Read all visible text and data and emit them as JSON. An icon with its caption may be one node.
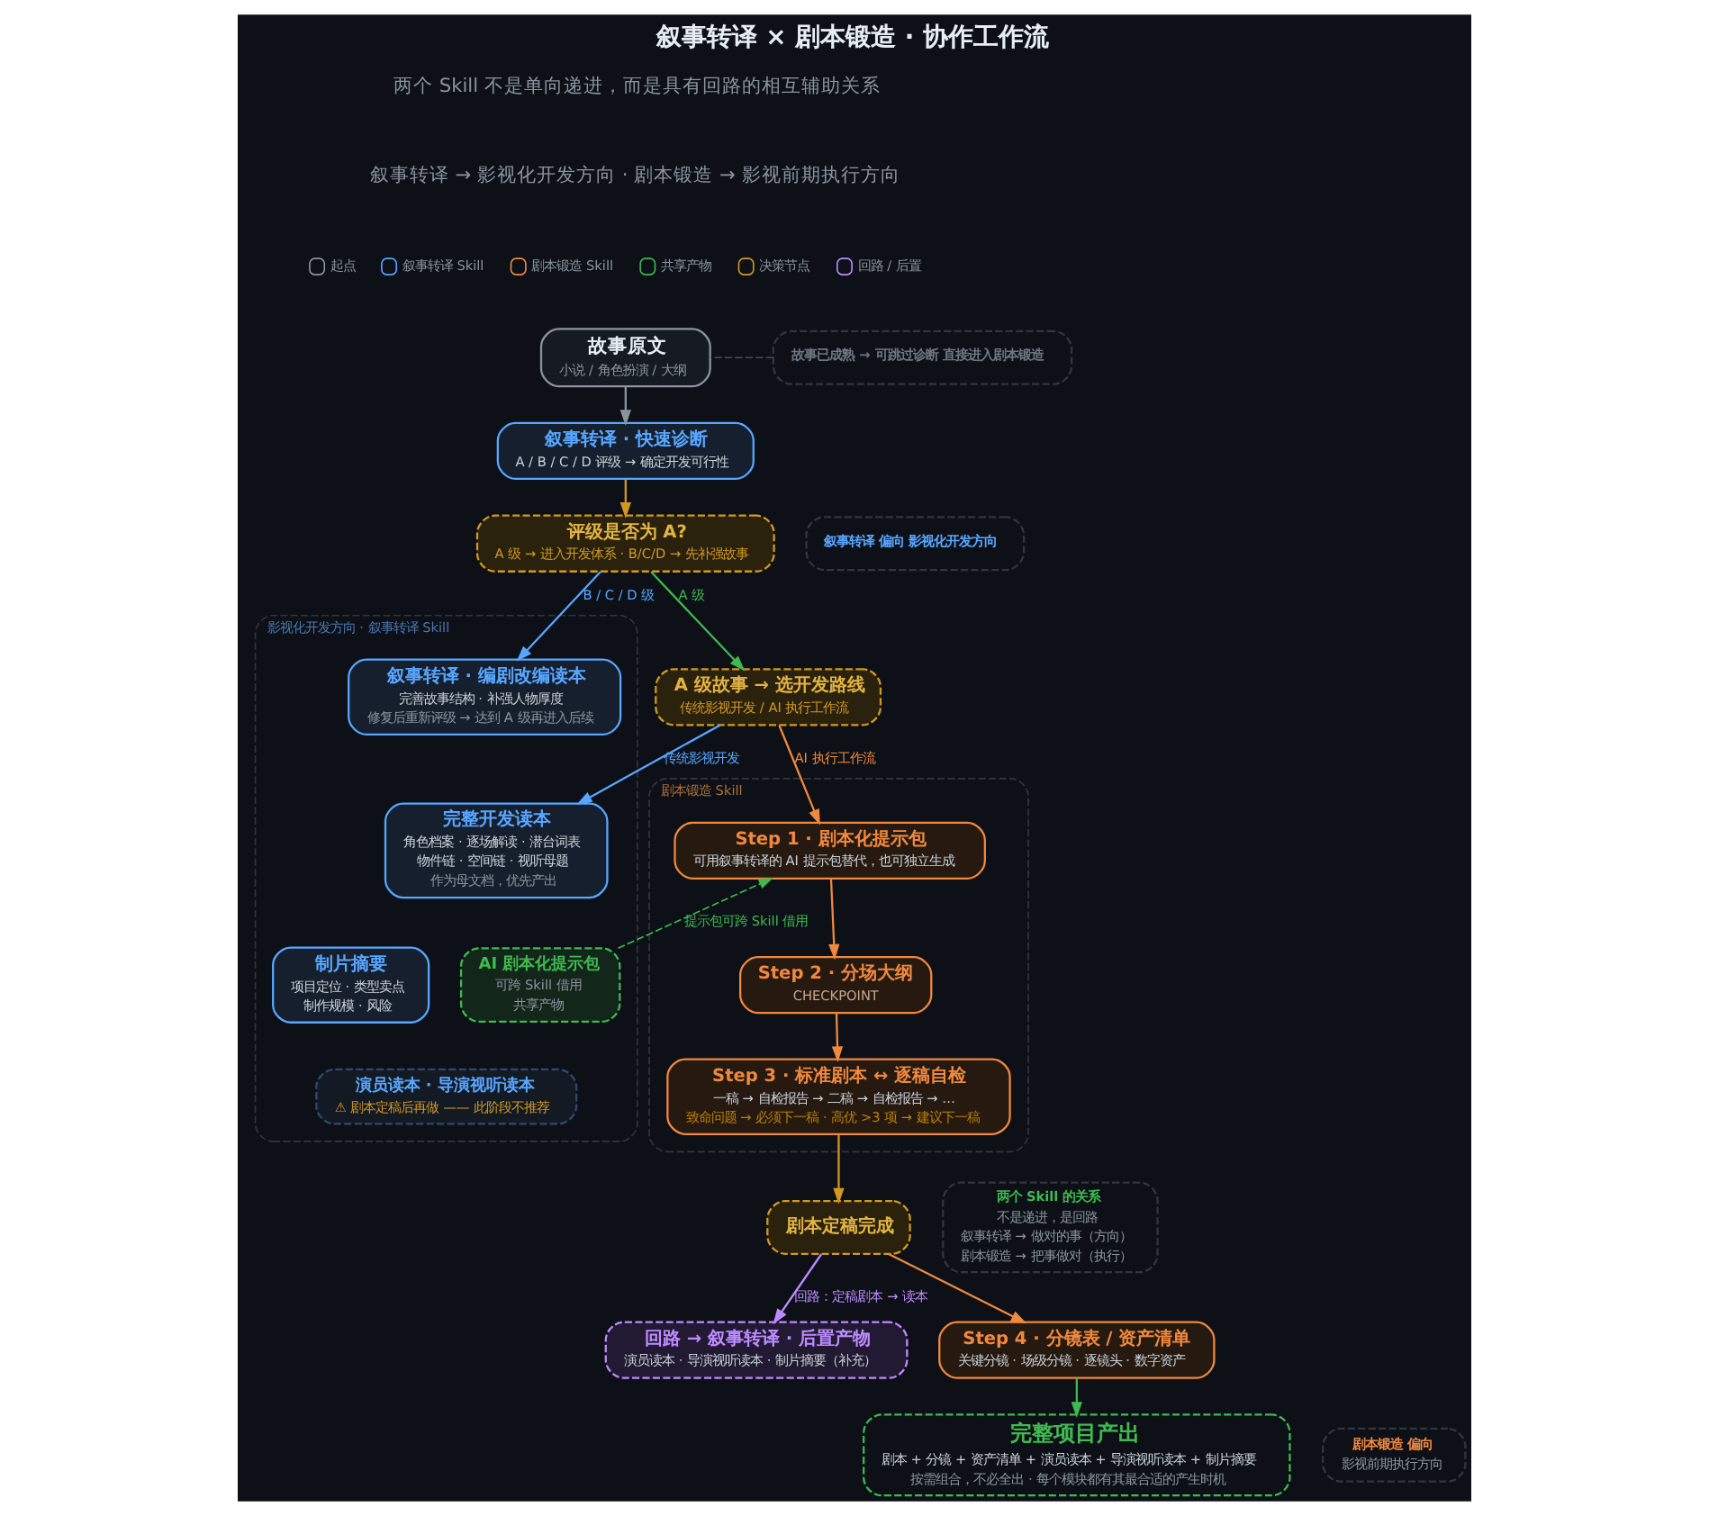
{
  "diagram": {
    "title": "叙事转译 × 剧本锻造 · 协作工作流",
    "nodes": [
      {
        "text": [
          "故事原文",
          "小说 / 角色扮演 / 大纲"
        ]
      },
      {
        "text": [
          "故事已成熟 → 可跳过诊断 直接进入剧本锻造"
        ]
      },
      {
        "text": [
          "叙事转译 · 快速诊断",
          "A / B / C / D 评级 → 确定开发可行性"
        ]
      },
      {
        "text": [
          "叙事转译 偏向 影视化开发方向"
        ]
      },
      {
        "text": [
          "评级是否为 A?",
          "A 级 → 进入开发体系 · B/C/D → 先补强故事"
        ]
      },
      {
        "text": [
          "影视化开发方向 · 叙事转译 Skill"
        ]
      },
      {
        "text": [
          "叙事转译 · 编剧改编读本",
          "完善故事结构 · 补强人物厚度",
          "修复后重新评级 → 达到 A 级再进入后续"
        ],
        "in": 5
      },
      {
        "text": [
          "完整开发读本",
          "角色档案 · 逐场解读 · 潜台词表",
          "物件链 · 空间链 · 视听母题",
          "作为母文档，优先产出"
        ],
        "in": 5
      },
      {
        "text": [
          "制片摘要",
          "项目定位 · 类型卖点",
          "制作规模 · 风险"
        ],
        "in": 5
      },
      {
        "text": [
          "AI 剧本化提示包",
          "可跨 Skill 借用",
          "共享产物"
        ],
        "in": 5
      },
      {
        "text": [
          "演员读本 · 导演视听读本",
          "⚠ 剧本定稿后再做 —— 此阶段不推荐"
        ],
        "in": 5
      },
      {
        "text": [
          "剧本锻造 Skill"
        ]
      },
      {
        "text": [
          "A 级故事 → 选开发路线",
          "传统影视开发 / AI 执行工作流"
        ]
      },
      {
        "text": [
          "Step 1 · 剧本化提示包",
          "可用叙事转译的 AI 提示包替代，也可独立生成"
        ],
        "in": 11
      },
      {
        "text": [
          "Step 2 · 分场大纲",
          "CHECKPOINT"
        ],
        "in": 11
      },
      {
        "text": [
          "Step 3 · 标准剧本 ↔ 逐稿自检",
          "一稿 → 自检报告 → 二稿 → 自检报告 → …",
          "致命问题 → 必须下一稿 · 高优 >3 项 → 建议下一稿"
        ],
        "in": 11
      },
      {
        "text": [
          "剧本定稿完成"
        ]
      },
      {
        "text": [
          "两个 Skill 的关系",
          "不是递进，是回路",
          "叙事转译 → 做对的事（方向）",
          "剧本锻造 → 把事做对（执行）"
        ]
      },
      {
        "text": [
          "回路 → 叙事转译 · 后置产物",
          "演员读本 · 导演视听读本 · 制片摘要（补充）"
        ]
      },
      {
        "text": [
          "Step 4 · 分镜表 / 资产清单",
          "关键分镜 · 场级分镜 · 逐镜头 · 数字资产"
        ]
      },
      {
        "text": [
          "剧本锻造 偏向",
          "影视前期执行方向"
        ]
      },
      {
        "text": [
          "完整项目产出",
          "剧本 + 分镜 + 资产清单 + 演员读本 + 导演视听读本 + 制片摘要",
          "按需组合，不必全出 · 每个模块都有其最合适的产生时机"
        ]
      }
    ],
    "edges": [
      {
        "from": 0,
        "to": 2,
        "arrow": "to",
        "color": "#8b949e"
      },
      {
        "from": 2,
        "to": 4,
        "arrow": "to",
        "color": "#d29922"
      },
      {
        "from": 4,
        "to": 6,
        "arrow": "to",
        "label": "B / C / D 级",
        "color": "#58a6ff"
      },
      {
        "from": 4,
        "to": 12,
        "arrow": "to",
        "label": "A 级",
        "color": "#3fb950"
      },
      {
        "from": 12,
        "to": 7,
        "arrow": "to",
        "label": "传统影视开发",
        "color": "#58a6ff"
      },
      {
        "from": 12,
        "to": 13,
        "arrow": "to",
        "label": "AI 执行工作流"
      },
      {
        "from": 13,
        "to": 14,
        "arrow": "to"
      },
      {
        "from": 14,
        "to": 15,
        "arrow": "to"
      },
      {
        "from": 15,
        "to": 16,
        "arrow": "to",
        "color": "#d29922"
      },
      {
        "from": 16,
        "to": 19,
        "arrow": "to"
      },
      {
        "from": 16,
        "to": 18,
        "arrow": "to",
        "label": "回路：定稿剧本 → 读本",
        "color": "#bc8cff"
      },
      {
        "from": 19,
        "to": 21,
        "arrow": "to",
        "color": "#3fb950"
      },
      {
        "from": 9,
        "to": 13,
        "arrow": "to",
        "label": "提示包可跨 Skill 借用",
        "style": "dashed",
        "color": "#3fb950"
      },
      {
        "from": 1,
        "to": 0,
        "arrow": "none",
        "style": "dashed",
        "color": "#484f58"
      }
    ],
    "labels": [
      "两个 Skill 不是单向递进，而是具有回路的相互辅助关系",
      "叙事转译 → 影视化开发方向 · 剧本锻造 → 影视前期执行方向"
    ],
    "legend": [
      {
        "text": "起点",
        "color": "#8b949e"
      },
      {
        "text": "叙事转译 Skill",
        "color": "#58a6ff"
      },
      {
        "text": "剧本锻造 Skill",
        "color": "#f0883e"
      },
      {
        "text": "共享产物",
        "color": "#3fb950"
      },
      {
        "text": "决策节点",
        "color": "#d29922"
      },
      {
        "text": "回路 / 后置",
        "color": "#bc8cff"
      }
    ]
  }
}
